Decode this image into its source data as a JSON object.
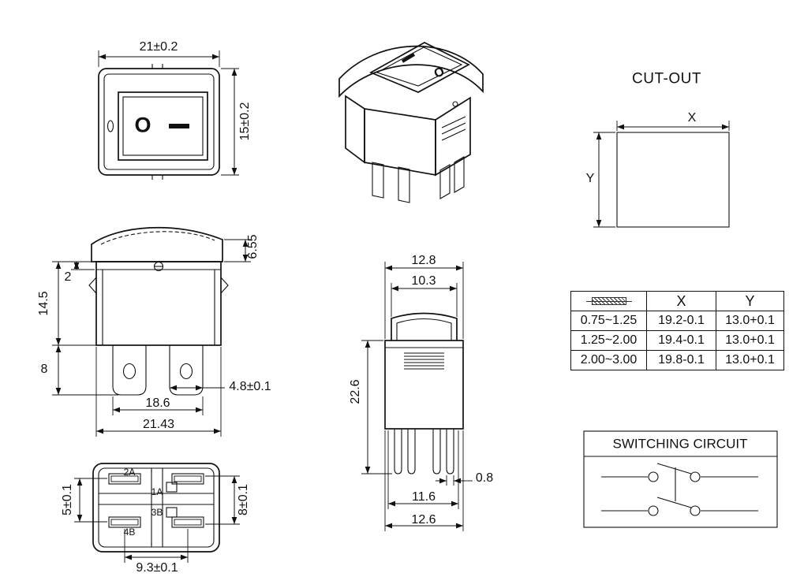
{
  "front_view": {
    "width_dim": "21±0.2",
    "height_dim": "15±0.2",
    "marking_o": "O"
  },
  "perspective_view": {
    "marking_o": "O"
  },
  "cutout": {
    "title": "CUT-OUT",
    "x_label": "X",
    "y_label": "Y"
  },
  "side_view": {
    "rocker_height": "6.55",
    "lip": "2",
    "body_height": "14.5",
    "terminal_height": "8",
    "terminal_width": "4.8±0.1",
    "terminal_span": "18.6",
    "body_width": "21.43"
  },
  "end_view": {
    "flange_width": "12.8",
    "rocker_width": "10.3",
    "total_height": "22.6",
    "pin_thickness": "0.8",
    "body_width": "11.6",
    "outer_width": "12.6"
  },
  "bottom_view": {
    "terminal_2a": "2A",
    "terminal_1a": "1A",
    "terminal_3b": "3B",
    "terminal_4b": "4B",
    "row_pitch": "5±0.1",
    "col_pitch": "8±0.1",
    "terminal_pitch": "9.3±0.1"
  },
  "spec_table": {
    "col_x": "X",
    "col_y": "Y",
    "rows": [
      [
        "0.75~1.25",
        "19.2-0.1",
        "13.0+0.1"
      ],
      [
        "1.25~2.00",
        "19.4-0.1",
        "13.0+0.1"
      ],
      [
        "2.00~3.00",
        "19.8-0.1",
        "13.0+0.1"
      ]
    ]
  },
  "circuit": {
    "title": "SWITCHING CIRCUIT"
  }
}
